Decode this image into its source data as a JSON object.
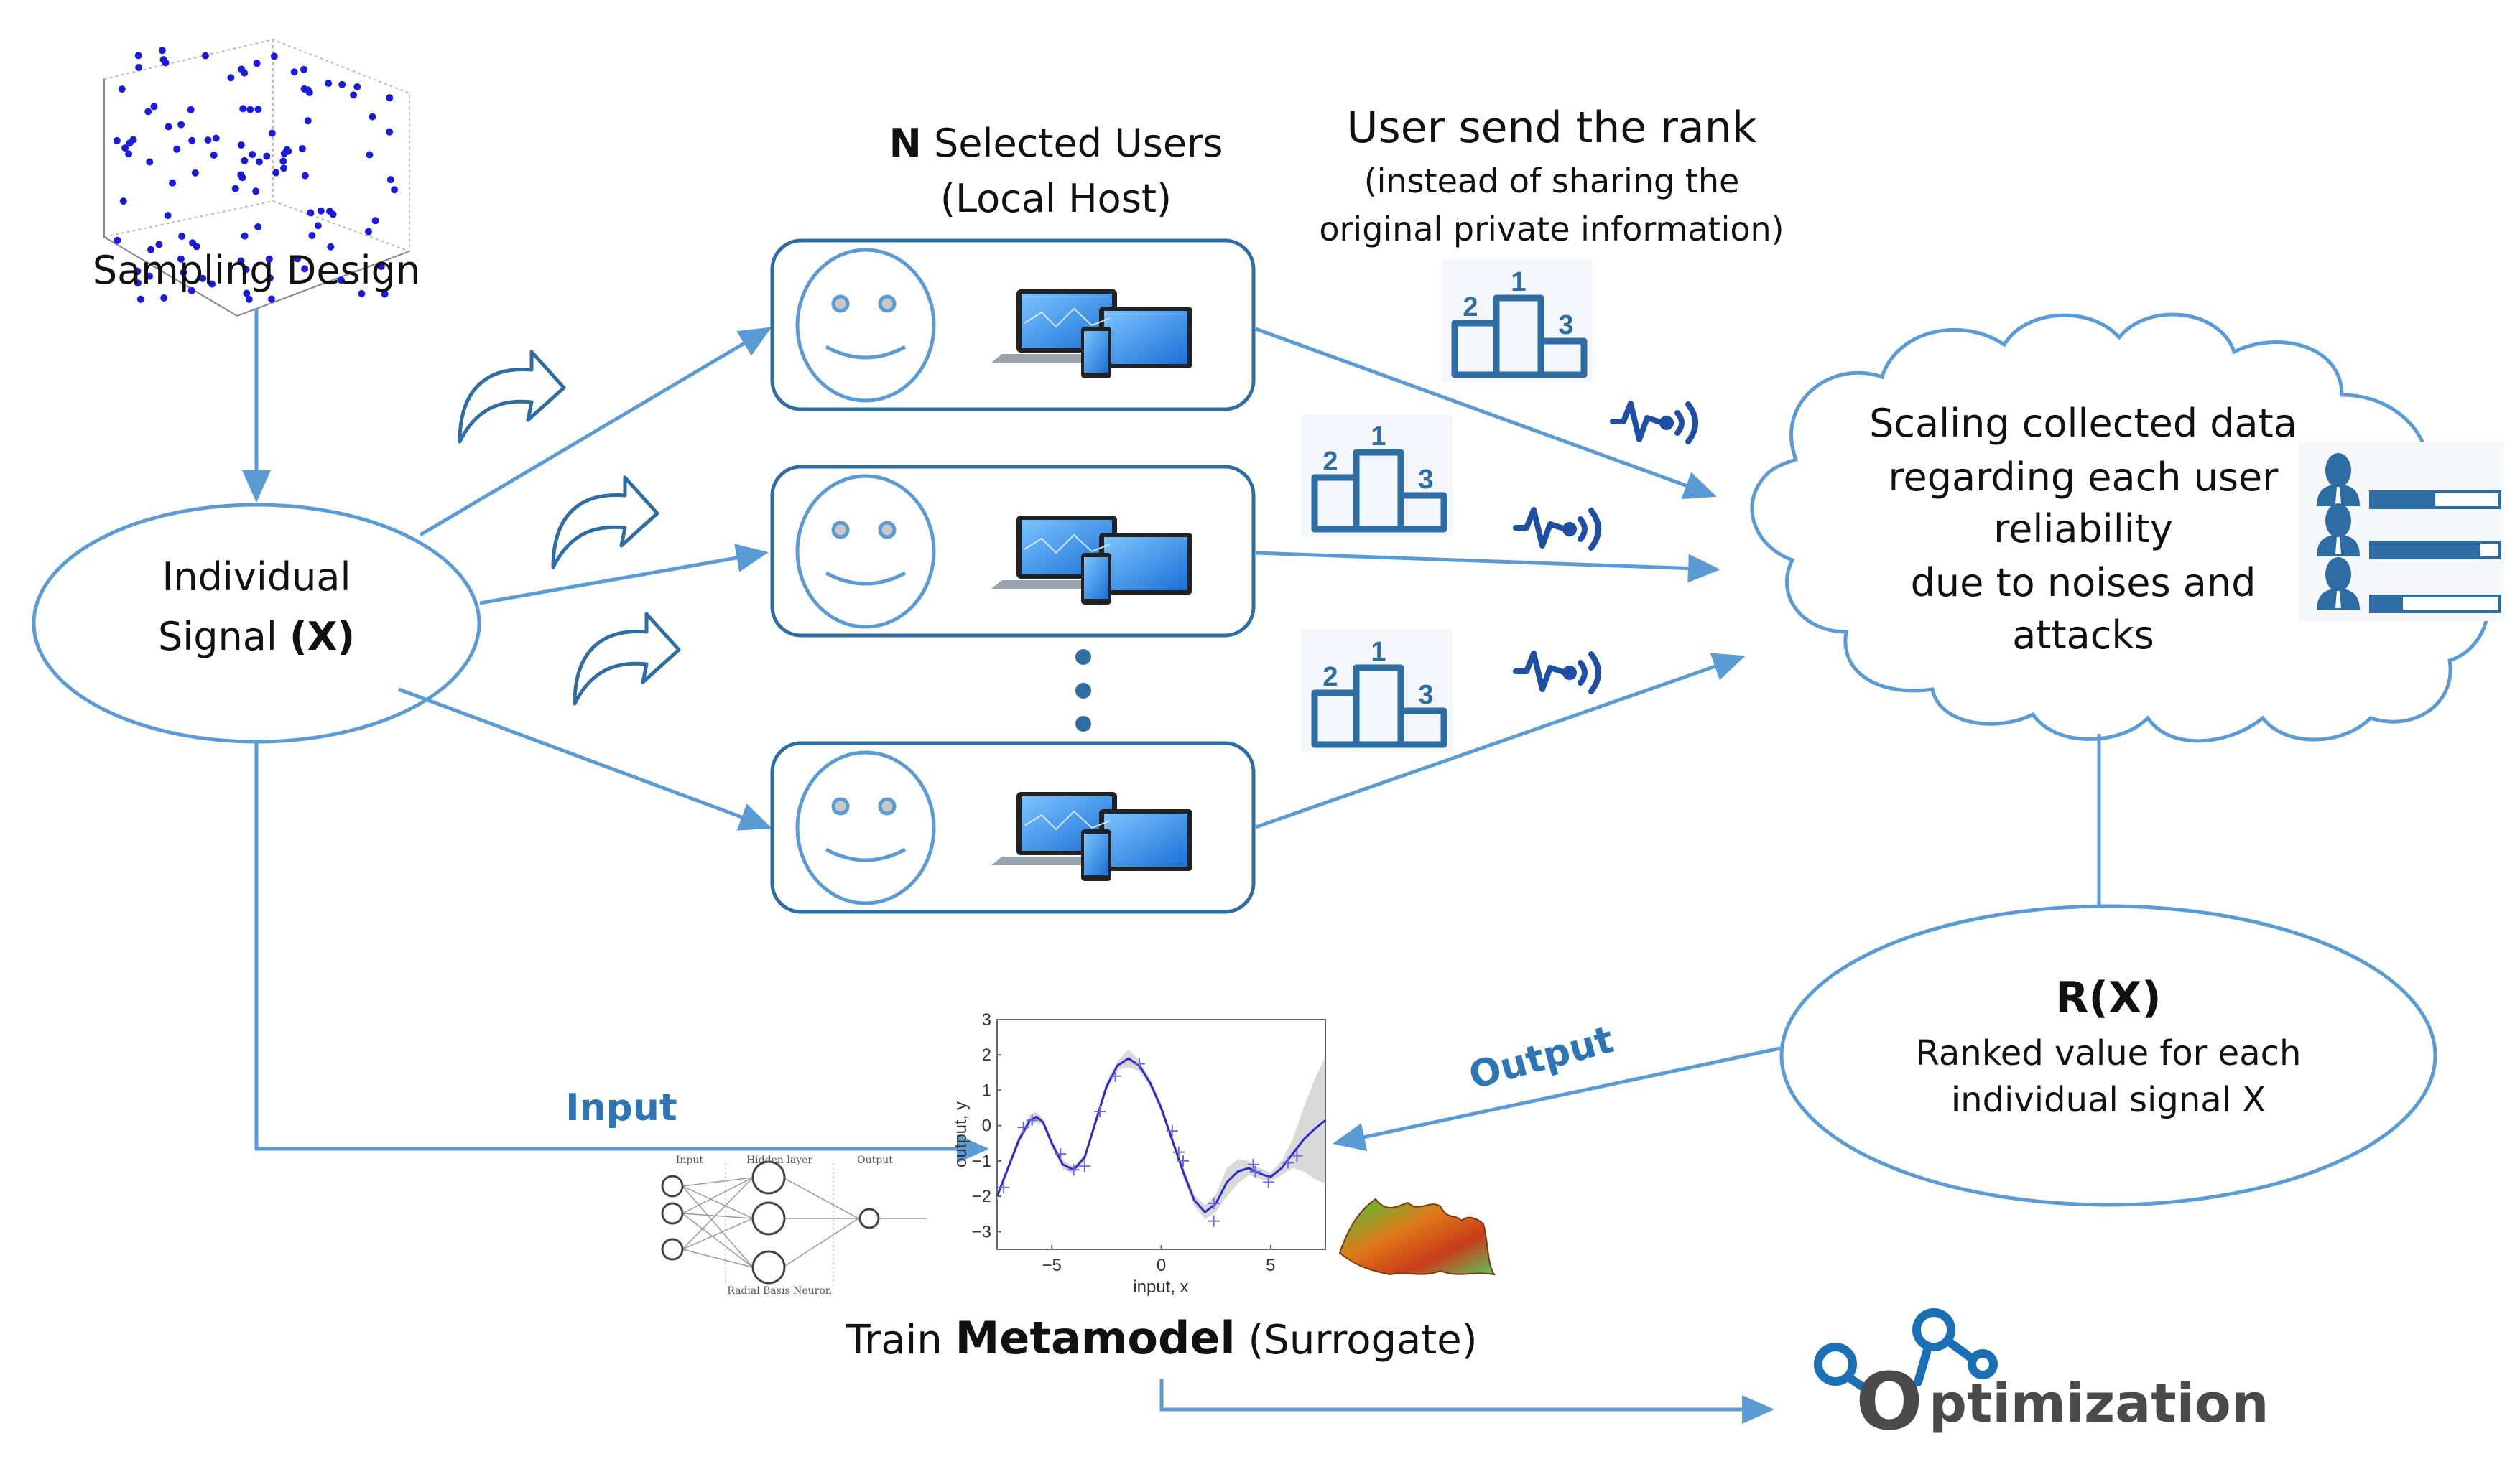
{
  "colors": {
    "line": "#5b9bd5",
    "box": "#2e6da4",
    "icon": "#2e6da4",
    "signal": "#1f4fa3",
    "dot": "#1a1adb",
    "label_blue": "#2e75b6",
    "text": "#111111",
    "logo_gray": "#4a4a4a",
    "logo_blue": "#1a6fb5"
  },
  "sampling": {
    "label": "Sampling Design",
    "icon": "3d-scatter-plot"
  },
  "signal_node": {
    "line1": "Individual",
    "line2_prefix": "Signal ",
    "line2_bold": "(X)"
  },
  "users_header": {
    "bold": "N",
    "rest": " Selected Users",
    "sub": "(Local Host)"
  },
  "rank_header": {
    "title": "User send the rank",
    "sub1": "(instead of sharing the",
    "sub2": "original private information)"
  },
  "user_boxes": [
    {
      "icon": "smiley-face-icon",
      "devices": "devices-icon"
    },
    {
      "icon": "smiley-face-icon",
      "devices": "devices-icon"
    },
    {
      "icon": "smiley-face-icon",
      "devices": "devices-icon"
    }
  ],
  "podium": {
    "first": "1",
    "second": "2",
    "third": "3"
  },
  "cloud": {
    "lines": [
      "Scaling collected data",
      "regarding each user",
      "reliability",
      "due to noises and",
      "attacks"
    ],
    "reliability": [
      0.5,
      0.85,
      0.25
    ]
  },
  "result_node": {
    "title": "R(X)",
    "line1": "Ranked value  for each",
    "line2": "individual signal X"
  },
  "edges": {
    "input": "Input",
    "output": "Output"
  },
  "metamodel": {
    "prefix": "Train ",
    "bold": "Metamodel",
    "suffix": " (Surrogate)"
  },
  "nn": {
    "input": "Input",
    "hidden": "Hidden layer",
    "output": "Output",
    "caption": "Radial Basis Neuron"
  },
  "optimization": {
    "label": "ptimization",
    "initial": "O"
  },
  "chart_data": {
    "type": "line",
    "title": "",
    "xlabel": "input, x",
    "ylabel": "output, y",
    "xlim": [
      -7.5,
      7.5
    ],
    "ylim": [
      -3.5,
      3
    ],
    "xticks": [
      -5,
      0,
      5
    ],
    "yticks": [
      -3,
      -2,
      -1,
      0,
      1,
      2,
      3
    ],
    "series": [
      {
        "name": "mean",
        "x": [
          -7.5,
          -7,
          -6.5,
          -6,
          -5.7,
          -5.4,
          -5,
          -4.5,
          -4,
          -3.5,
          -3,
          -2.5,
          -2,
          -1.5,
          -1,
          -0.5,
          0,
          0.5,
          1,
          1.5,
          2,
          2.5,
          3,
          3.5,
          4,
          4.3,
          4.7,
          5,
          5.5,
          6,
          6.5,
          7,
          7.5
        ],
        "y": [
          -2.0,
          -1.2,
          -0.4,
          0.15,
          0.25,
          0.1,
          -0.5,
          -1.1,
          -1.25,
          -0.9,
          0.1,
          1.1,
          1.7,
          1.9,
          1.7,
          1.2,
          0.5,
          -0.4,
          -1.3,
          -2.1,
          -2.45,
          -2.2,
          -1.6,
          -1.3,
          -1.2,
          -1.3,
          -1.4,
          -1.45,
          -1.2,
          -0.8,
          -0.4,
          -0.1,
          0.15
        ]
      }
    ],
    "samples": {
      "x": [
        -7.2,
        -6.3,
        -5.9,
        -4.6,
        -4.0,
        -3.5,
        -2.8,
        -2.1,
        -1.0,
        0.5,
        0.8,
        1.0,
        2.4,
        2.4,
        4.2,
        4.3,
        4.9,
        5.8,
        6.2
      ],
      "y": [
        -1.75,
        -0.05,
        0.15,
        -0.8,
        -1.25,
        -1.15,
        0.4,
        1.4,
        1.75,
        -0.15,
        -0.75,
        -1.0,
        -2.2,
        -2.7,
        -1.1,
        -1.3,
        -1.6,
        -1.05,
        -0.85
      ]
    },
    "band_width": [
      0.1,
      0.1,
      0.12,
      0.15,
      0.15,
      0.1,
      0.12,
      0.12,
      0.1,
      0.1,
      0.12,
      0.12,
      0.12,
      0.25,
      0.15,
      0.12,
      0.12,
      0.1,
      0.15,
      0.15,
      0.2,
      0.25,
      0.4,
      0.35,
      0.2,
      0.15,
      0.15,
      0.12,
      0.2,
      0.4,
      0.9,
      1.4,
      1.8
    ],
    "grid": false
  }
}
